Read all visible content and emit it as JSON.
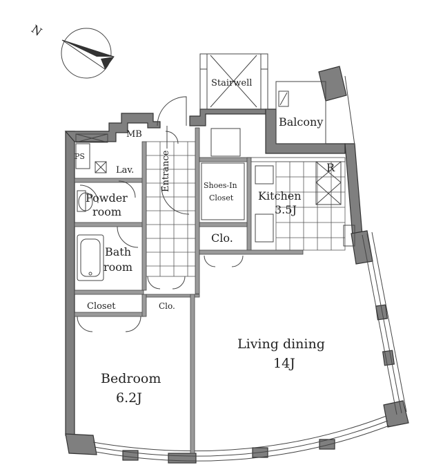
{
  "rooms": {
    "stairwell": "Stairwell",
    "balcony": "Balcony",
    "mb": "MB",
    "ps": "PS",
    "lav": "Lav.",
    "entrance": "Entrance",
    "shoes_in_closet_1": "Shoes-In",
    "shoes_in_closet_2": "Closet",
    "kitchen": "Kitchen",
    "kitchen_size": "3.5J",
    "refrigerator": "R",
    "powder_room_1": "Powder",
    "powder_room_2": "room",
    "bath_room_1": "Bath",
    "bath_room_2": "room",
    "clo_kitchen": "Clo.",
    "closet": "Closet",
    "clo_hall": "Clo.",
    "living_dining": "Living dining",
    "living_dining_size": "14J",
    "bedroom": "Bedroom",
    "bedroom_size": "6.2J"
  },
  "compass": {
    "north_label": "N"
  },
  "colors": {
    "wall": "#7f7f7f",
    "line": "#444444",
    "background": "#ffffff"
  }
}
